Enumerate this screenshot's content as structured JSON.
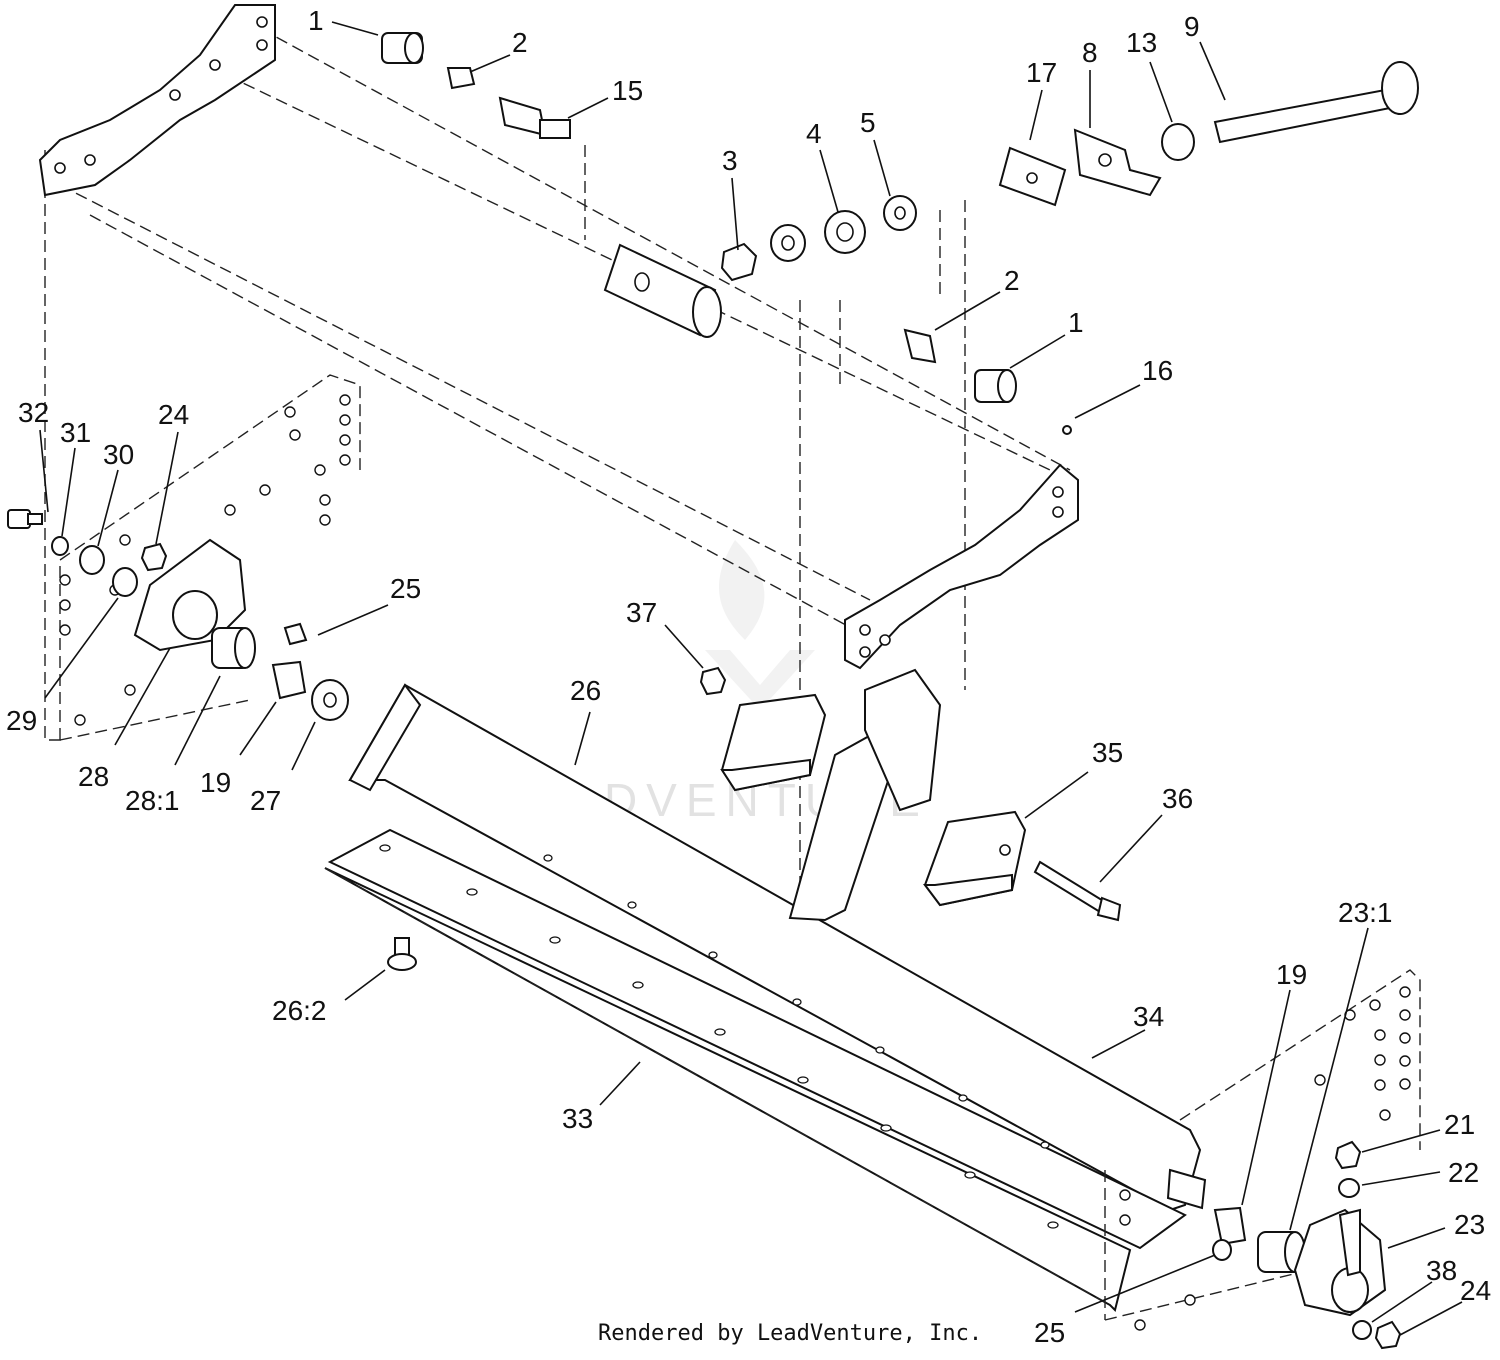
{
  "diagram": {
    "footer": "Rendered by LeadVenture, Inc.",
    "watermark": "LEADVENTURE",
    "callouts": [
      "1",
      "2",
      "15",
      "3",
      "4",
      "5",
      "17",
      "8",
      "13",
      "9",
      "2",
      "1",
      "16",
      "32",
      "31",
      "30",
      "24",
      "25",
      "29",
      "28",
      "28:1",
      "19",
      "27",
      "37",
      "26",
      "35",
      "36",
      "26:2",
      "34",
      "33",
      "23:1",
      "19",
      "21",
      "22",
      "23",
      "38",
      "24",
      "25"
    ],
    "colors": {
      "line": "#111111",
      "background": "#ffffff",
      "watermark": "#e2e2e2"
    }
  }
}
